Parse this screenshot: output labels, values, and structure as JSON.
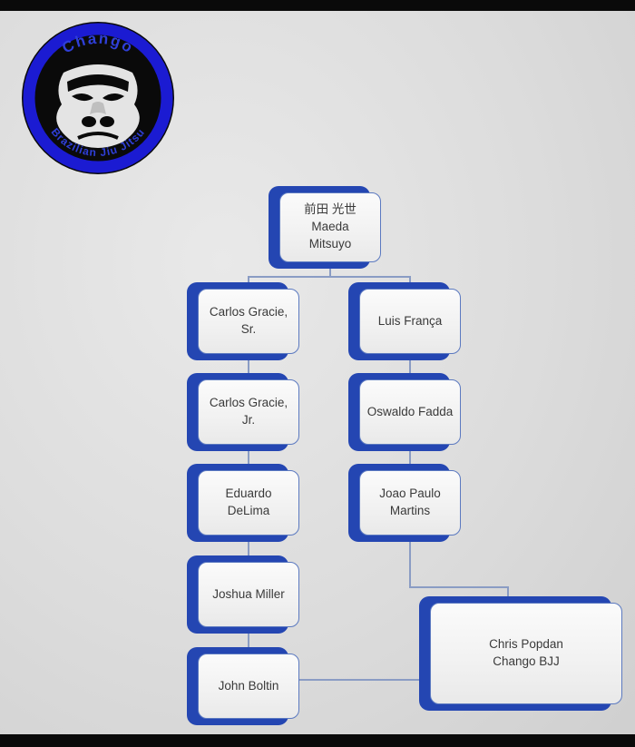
{
  "logo": {
    "top_text": "Chango",
    "bottom_text": "Brazilian Jiu Jitsu"
  },
  "colors": {
    "accent_blue": "#2446b2",
    "card_border_blue": "#5b79c0",
    "connector_gray_blue": "#8a9cc4",
    "logo_ring_blue": "#1b1bd2",
    "logo_text_blue": "#2f3fd8",
    "background_gray": "#dcdcdc"
  },
  "nodes": {
    "maeda": {
      "label": "前田 光世\nMaeda\nMitsuyo"
    },
    "carlos_sr": {
      "label": "Carlos Gracie,\nSr."
    },
    "luis": {
      "label": "Luis França"
    },
    "carlos_jr": {
      "label": "Carlos Gracie,\nJr."
    },
    "oswaldo": {
      "label": "Oswaldo Fadda"
    },
    "eduardo": {
      "label": "Eduardo\nDeLima"
    },
    "joao": {
      "label": "Joao Paulo\nMartins"
    },
    "joshua": {
      "label": "Joshua Miller"
    },
    "john": {
      "label": "John Boltin"
    },
    "chris": {
      "label": "Chris Popdan\nChango BJJ"
    }
  },
  "diagram": {
    "type": "lineage-tree",
    "edges": [
      [
        "maeda",
        "carlos_sr"
      ],
      [
        "maeda",
        "luis"
      ],
      [
        "carlos_sr",
        "carlos_jr"
      ],
      [
        "carlos_jr",
        "eduardo"
      ],
      [
        "eduardo",
        "joshua"
      ],
      [
        "joshua",
        "john"
      ],
      [
        "luis",
        "oswaldo"
      ],
      [
        "oswaldo",
        "joao"
      ],
      [
        "joao",
        "chris"
      ],
      [
        "john",
        "chris"
      ]
    ]
  }
}
